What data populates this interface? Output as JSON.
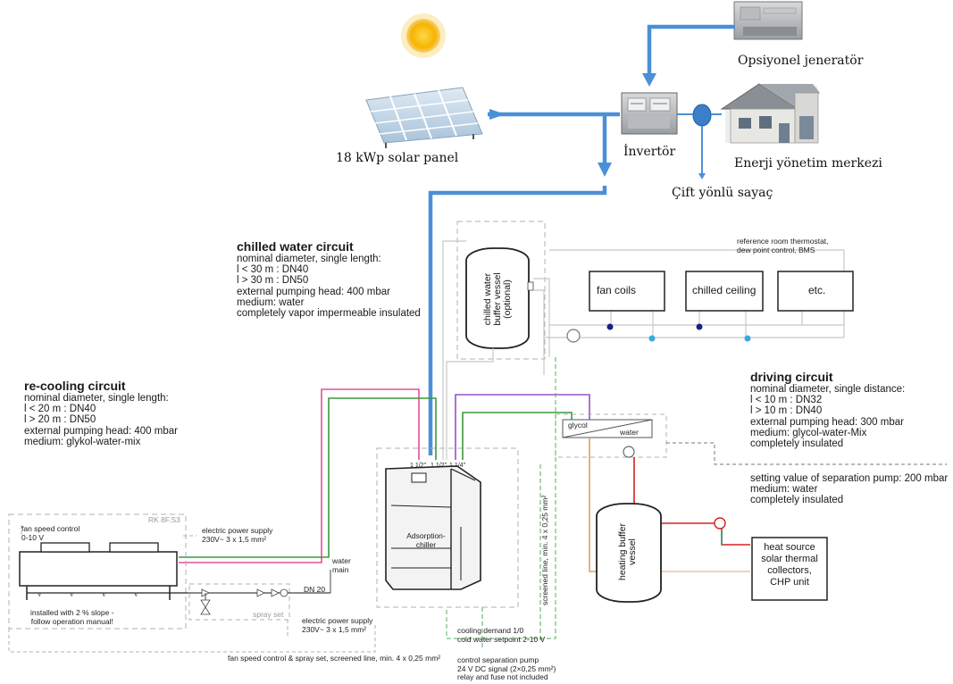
{
  "top_labels": {
    "generator": "Opsiyonel jeneratör",
    "solar": "18 kWp solar panel",
    "inverter": "İnvertör",
    "energy_center": "Enerji yönetim merkezi",
    "meter": "Çift yönlü sayaç"
  },
  "chilled": {
    "title": "chilled water circuit",
    "lines": [
      "nominal diameter, single length:",
      "l < 30 m : DN40",
      "l > 30 m : DN50",
      "external pumping head: 400 mbar",
      "medium: water",
      "completely vapor impermeable insulated"
    ]
  },
  "recooling": {
    "title": "re-cooling circuit",
    "lines": [
      "nominal diameter, single length:",
      "l < 20 m : DN40",
      "l > 20 m : DN50",
      "external pumping head: 400 mbar",
      "medium: glykol-water-mix"
    ]
  },
  "driving": {
    "title": "driving circuit",
    "lines": [
      "nominal diameter, single distance:",
      "l < 10 m : DN32",
      "l > 10 m : DN40",
      "external pumping head: 300 mbar",
      "medium: glycol-water-Mix",
      "completely insulated"
    ]
  },
  "separation": {
    "lines": [
      "setting value of separation pump: 200 mbar",
      "medium: water",
      "completely insulated"
    ]
  },
  "buffer_chilled": [
    "chilled water",
    "buffer vessel",
    "(optional)"
  ],
  "buffer_heating": [
    "heating buffer",
    "vessel"
  ],
  "consumers": {
    "thermostat": [
      "reference room thermostat,",
      "dew point control, BMS"
    ],
    "fan_coils": "fan coils",
    "chilled_ceiling": "chilled ceiling",
    "etc": "etc."
  },
  "heat_source": [
    "heat source",
    "solar thermal",
    "collectors,",
    "CHP unit"
  ],
  "exchanger": {
    "glycol": "glycol",
    "water": "water"
  },
  "chiller": {
    "label": [
      "Adsorption-",
      "chiller"
    ],
    "port_1": "1 1/2\"",
    "port_2": "1 1/2\"",
    "port_3": "1 1/4\""
  },
  "recooler": {
    "tag": "RK 8F.S3",
    "fan_speed": [
      "fan speed control",
      "0-10 V"
    ],
    "power": [
      "electric power supply",
      "230V~ 3 x 1,5 mm²"
    ],
    "water_main": [
      "water",
      "main"
    ],
    "dn": "DN 20",
    "install": [
      "installed with 2 % slope -",
      "follow operation manual!"
    ],
    "spray_set": "spray set"
  },
  "bottom_notes": {
    "chiller_power": [
      "electric power supply",
      "230V~ 3 x 1,5 mm²"
    ],
    "fan_spray": "fan speed control & spray set, screened line, min. 4 x 0,25 mm²",
    "cooling_demand": [
      "cooling demand 1/0",
      "cold water setpoint 2-10 V"
    ],
    "pump_control": [
      "control separation pump",
      "24 V DC signal (2×0,25 mm²)",
      "relay and fuse not included"
    ],
    "screened": "screened line, min. 4 x 0,25 mm²"
  },
  "colors": {
    "solar_feed": "#4a90d8",
    "pink": "#e0509a",
    "green": "#3a9a3a",
    "purple": "#9a50c8",
    "red": "#d42020",
    "orange": "#e0a060",
    "teal": "#30a080",
    "dashed_green": "#50b050",
    "sun": "#f6b400"
  }
}
